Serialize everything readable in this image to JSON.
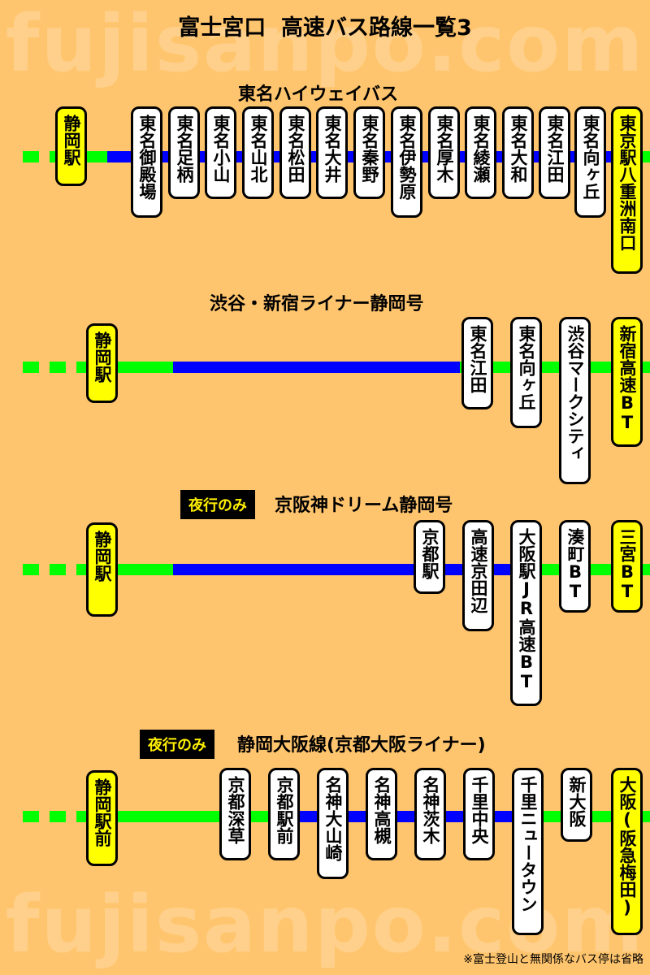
{
  "title": "富士宮口  高速バス路線一覧3",
  "watermark": "fujisanpo.com",
  "colors": {
    "background": "#FFC56E",
    "green_line": "#00FF00",
    "blue_line": "#0000FF",
    "terminal_fill": "#FFFF00",
    "stop_fill": "#FFFFFF",
    "badge_bg": "#000000",
    "badge_text": "#FFF000"
  },
  "routes": [
    {
      "title": "東名ハイウェイバス",
      "origin": "静岡駅",
      "stops": [
        "東名御殿場",
        "東名足柄",
        "東名小山",
        "東名山北",
        "東名松田",
        "東名大井",
        "東名秦野",
        "東名伊勢原",
        "東名厚木",
        "東名綾瀬",
        "東名大和",
        "東名江田",
        "東名向ヶ丘"
      ],
      "terminal": "東京駅八重洲南口"
    },
    {
      "title": "渋谷・新宿ライナー静岡号",
      "origin": "静岡駅",
      "stops": [
        "東名江田",
        "東名向ヶ丘",
        "渋谷マークシティ"
      ],
      "terminal": "新宿高速BT"
    },
    {
      "badge": "夜行のみ",
      "title": "京阪神ドリーム静岡号",
      "origin": "静岡駅",
      "stops": [
        "京都駅",
        "高速京田辺",
        "大阪駅JR高速BT",
        "湊町BT"
      ],
      "terminal": "三宮BT"
    },
    {
      "badge": "夜行のみ",
      "title": "静岡大阪線(京都大阪ライナー)",
      "origin": "静岡駅前",
      "stops": [
        "京都深草",
        "京都駅前",
        "名神大山崎",
        "名神高槻",
        "名神茨木",
        "千里中央",
        "千里ニュータウン",
        "新大阪"
      ],
      "terminal": "大阪(阪急梅田)"
    }
  ],
  "footnote": "※富士登山と無関係なバス停は省略"
}
